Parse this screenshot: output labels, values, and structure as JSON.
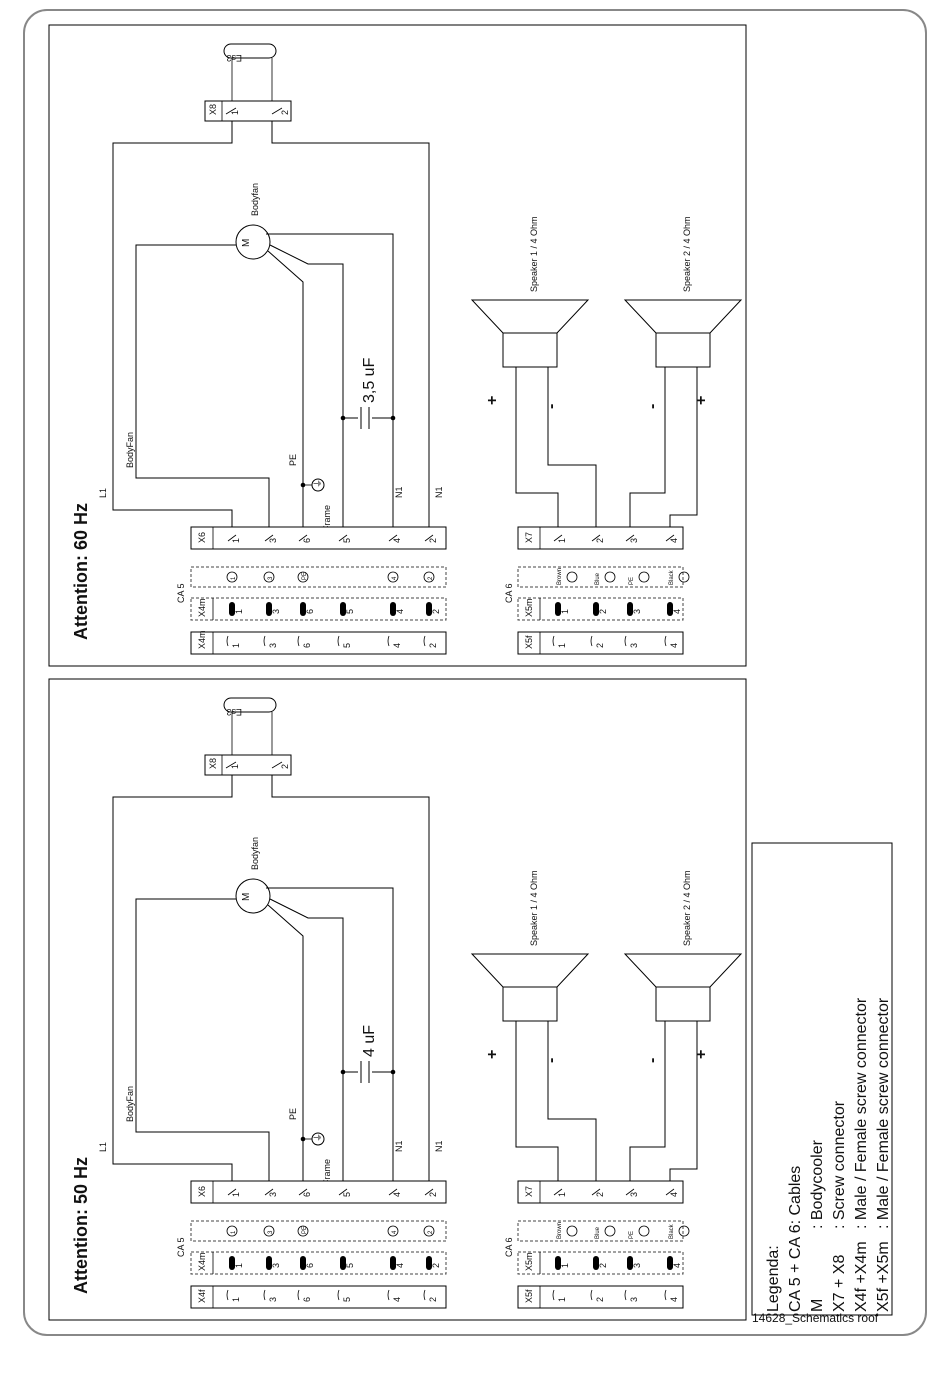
{
  "panels": [
    {
      "id": "60hz",
      "title": "Attention: 60 Hz",
      "capacitor": "3,5 uF",
      "fuse": "Es3",
      "motor": {
        "symbol": "M",
        "label": "Bodyfan"
      },
      "wire_labels": {
        "l1": "L1",
        "bodyfan": "BodyFan",
        "pe": "PE",
        "frame": "Frame",
        "n1a": "N1",
        "n1b": "N1"
      },
      "x8": {
        "name": "X8",
        "pins": [
          "1",
          "2"
        ]
      },
      "x6": {
        "name": "X6",
        "pins": [
          "1",
          "3",
          "6",
          "5",
          "4",
          "2"
        ]
      },
      "ca5": {
        "name": "CA 5",
        "pins": [
          "1",
          "3",
          "PE",
          "4",
          "2"
        ]
      },
      "x4m": {
        "name": "X4m",
        "pins": [
          "1",
          "3",
          "6",
          "5",
          "4",
          "2"
        ]
      },
      "x4f": {
        "name": "X4m",
        "pins": [
          "1",
          "3",
          "6",
          "5",
          "4",
          "2"
        ]
      },
      "x7": {
        "name": "X7",
        "pins": [
          "1",
          "2",
          "3",
          "4"
        ]
      },
      "ca6": {
        "name": "CA 6",
        "pins": [
          "Brown",
          "Blue",
          "PE",
          "Black"
        ]
      },
      "x5m": {
        "name": "X5m",
        "pins": [
          "1",
          "2",
          "3",
          "4"
        ]
      },
      "x5f": {
        "name": "X5f",
        "pins": [
          "1",
          "2",
          "3",
          "4"
        ]
      },
      "speaker1": {
        "label": "Speaker 1 / 4 Ohm",
        "pol_a": "+",
        "pol_b": "-"
      },
      "speaker2": {
        "label": "Speaker 2 / 4 Ohm",
        "pol_a": "-",
        "pol_b": "+"
      }
    },
    {
      "id": "50hz",
      "title": "Attention: 50 Hz",
      "capacitor": "4 uF",
      "fuse": "Es3",
      "motor": {
        "symbol": "M",
        "label": "Bodyfan"
      },
      "wire_labels": {
        "l1": "L1",
        "bodyfan": "BodyFan",
        "pe": "PE",
        "frame": "Frame",
        "n1a": "N1",
        "n1b": "N1"
      },
      "x8": {
        "name": "X8",
        "pins": [
          "1",
          "2"
        ]
      },
      "x6": {
        "name": "X6",
        "pins": [
          "1",
          "3",
          "6",
          "5",
          "4",
          "2"
        ]
      },
      "ca5": {
        "name": "CA 5",
        "pins": [
          "1",
          "3",
          "PE",
          "4",
          "2"
        ]
      },
      "x4m": {
        "name": "X4m",
        "pins": [
          "1",
          "3",
          "6",
          "5",
          "4",
          "2"
        ]
      },
      "x4f": {
        "name": "X4f",
        "pins": [
          "1",
          "3",
          "6",
          "5",
          "4",
          "2"
        ]
      },
      "x7": {
        "name": "X7",
        "pins": [
          "1",
          "2",
          "3",
          "4"
        ]
      },
      "ca6": {
        "name": "CA 6",
        "pins": [
          "Brown",
          "Blue",
          "PE",
          "Black"
        ]
      },
      "x5m": {
        "name": "X5m",
        "pins": [
          "1",
          "2",
          "3",
          "4"
        ]
      },
      "x5f": {
        "name": "X5f",
        "pins": [
          "1",
          "2",
          "3",
          "4"
        ]
      },
      "speaker1": {
        "label": "Speaker 1 / 4 Ohm",
        "pol_a": "+",
        "pol_b": "-"
      },
      "speaker2": {
        "label": "Speaker 2 / 4 Ohm",
        "pol_a": "-",
        "pol_b": "+"
      }
    }
  ],
  "legend": {
    "title": "Legenda:",
    "lines": [
      {
        "key": "CA 5 + CA 6: Cables",
        "value": ""
      },
      {
        "key": "M",
        "value": ": Bodycooler"
      },
      {
        "key": "X7 + X8",
        "value": ": Screw connector"
      },
      {
        "key": "X4f +X4m",
        "value": ": Male / Female screw connector"
      },
      {
        "key": "X5f +X5m",
        "value": ": Male / Female screw connector"
      }
    ]
  },
  "caption": "14628_Schematics roof"
}
